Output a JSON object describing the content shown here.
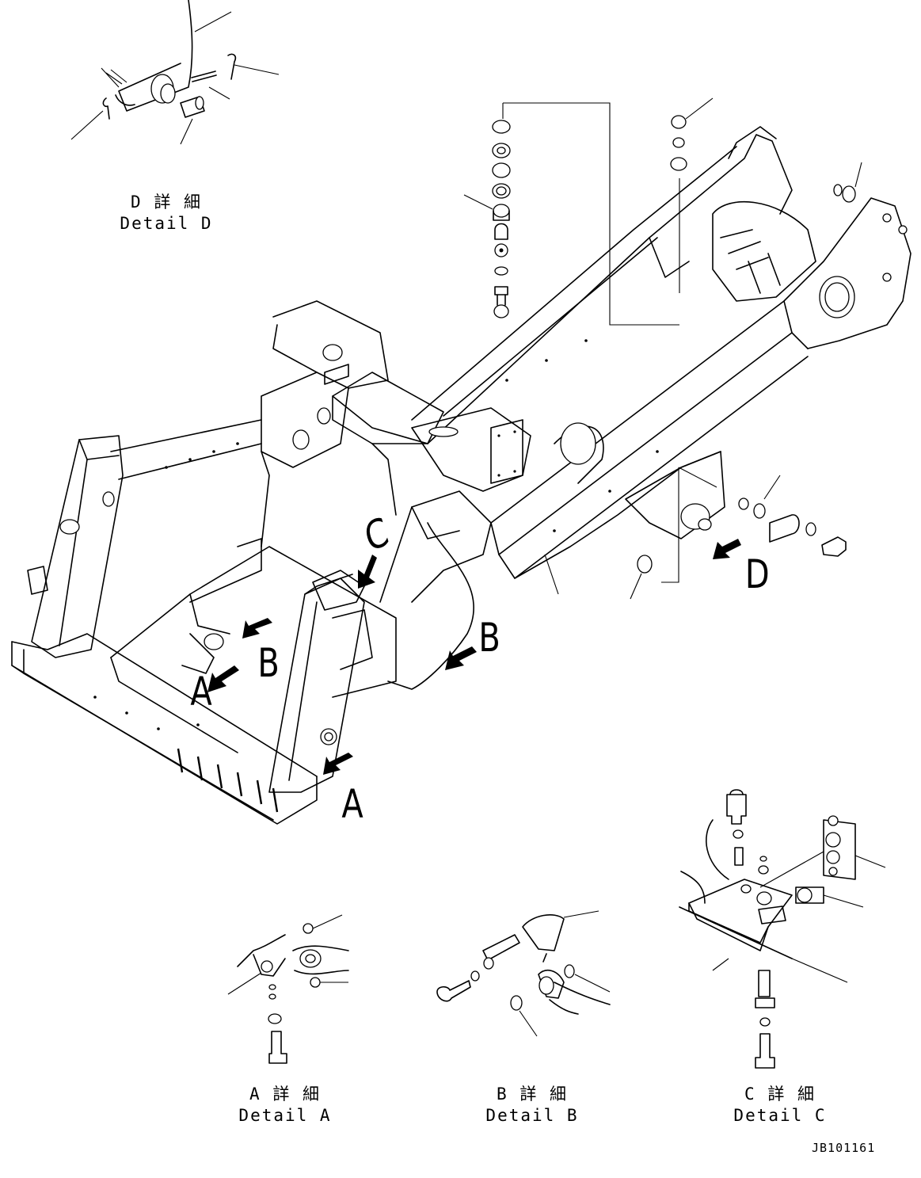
{
  "drawing_number": "JB101161",
  "callouts": {
    "a": "A",
    "b": "B",
    "c": "C",
    "d": "D"
  },
  "details": {
    "a": {
      "jp": "A 詳 細",
      "en": "Detail A"
    },
    "b": {
      "jp": "B 詳 細",
      "en": "Detail B"
    },
    "c": {
      "jp": "C 詳 細",
      "en": "Detail C"
    },
    "d": {
      "jp": "D 詳 細",
      "en": "Detail D"
    }
  }
}
